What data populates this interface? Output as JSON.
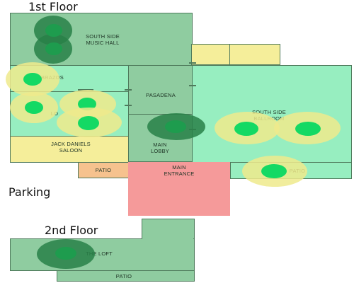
{
  "headings": {
    "floor1": "1st Floor",
    "parking": "Parking",
    "floor2": "2nd Floor"
  },
  "rooms": {
    "south_side_music_hall": "SOUTH SIDE\nMUSIC HALL",
    "brazos": "BRAZOS",
    "lo": "LO",
    "pasadena": "PASADENA",
    "south_side_ballroom": "SOUTH SIDE\nBALLROOM",
    "jack_daniels_saloon": "JACK DANIELS\nSALOON",
    "main_lobby": "MAIN\nLOBBY",
    "patio_left": "PATIO",
    "main_entrance": "MAIN\nENTRANCE",
    "patio_right": "PATIO",
    "the_loft": "THE LOFT",
    "patio_bottom": "PATIO"
  },
  "colors": {
    "room_green": "#8fcca0",
    "room_mint": "#97eec0",
    "room_yellow": "#f5ee9a",
    "patio_orange": "#f6c28e",
    "entrance_pink": "#f59a9a",
    "marker_core": "#14d964",
    "marker_halo_dark": "#2a8048",
    "marker_halo_pale": "#eeea8c"
  }
}
